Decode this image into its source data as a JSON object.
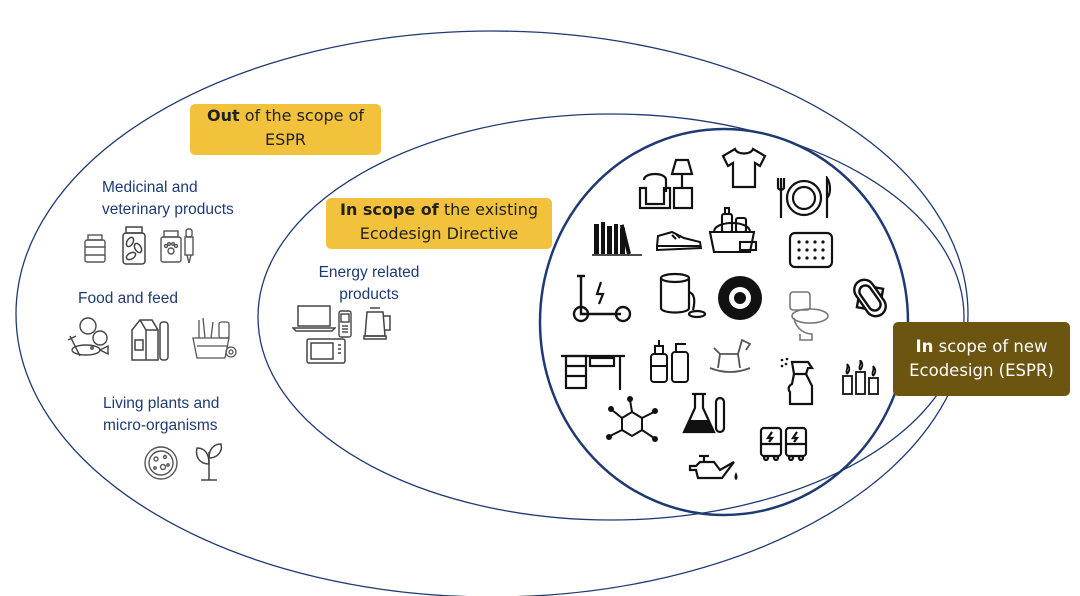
{
  "badges": {
    "out_scope": {
      "bold": "Out",
      "rest": " of the scope of",
      "line2": "ESPR"
    },
    "existing_scope": {
      "bold": "In scope of",
      "rest": " the existing",
      "line2": "Ecodesign Directive"
    },
    "new_scope": {
      "bold": "In",
      "rest": " scope of new",
      "line2": "Ecodesign (ESPR)"
    }
  },
  "categories": {
    "medicinal": {
      "line1": "Medicinal and",
      "line2": "veterinary products"
    },
    "food": {
      "line1": "Food and feed"
    },
    "plants": {
      "line1": "Living plants and",
      "line2": "micro-organisms"
    },
    "energy": {
      "line1": "Energy related",
      "line2": "products"
    }
  },
  "colors": {
    "navy": "#1f3a73",
    "gold": "#f2c23c",
    "olive": "#6b5510"
  },
  "icons": {
    "out_scope": [
      "medicine-bottle-icon",
      "pill-jar-icon",
      "vet-medicine-icon",
      "dropper-icon",
      "vegetables-icon",
      "milk-carton-icon",
      "grocery-basket-icon",
      "petri-dish-icon",
      "seedling-icon"
    ],
    "energy": [
      "laptop-icon",
      "mobile-phone-icon",
      "kettle-icon",
      "microwave-icon"
    ],
    "new_scope": [
      "armchair-lamp-icon",
      "t-shirt-icon",
      "plate-cutlery-icon",
      "books-icon",
      "sneaker-icon",
      "cleaning-products-icon",
      "mattress-icon",
      "e-scooter-icon",
      "paint-can-icon",
      "tyre-icon",
      "toilet-icon",
      "sanitary-pad-icon",
      "desk-icon",
      "cosmetics-bottles-icon",
      "rocking-horse-icon",
      "spray-bottle-icon",
      "candles-icon",
      "chemical-molecule-icon",
      "lab-flask-icon",
      "bus-icon",
      "oil-can-icon"
    ]
  }
}
